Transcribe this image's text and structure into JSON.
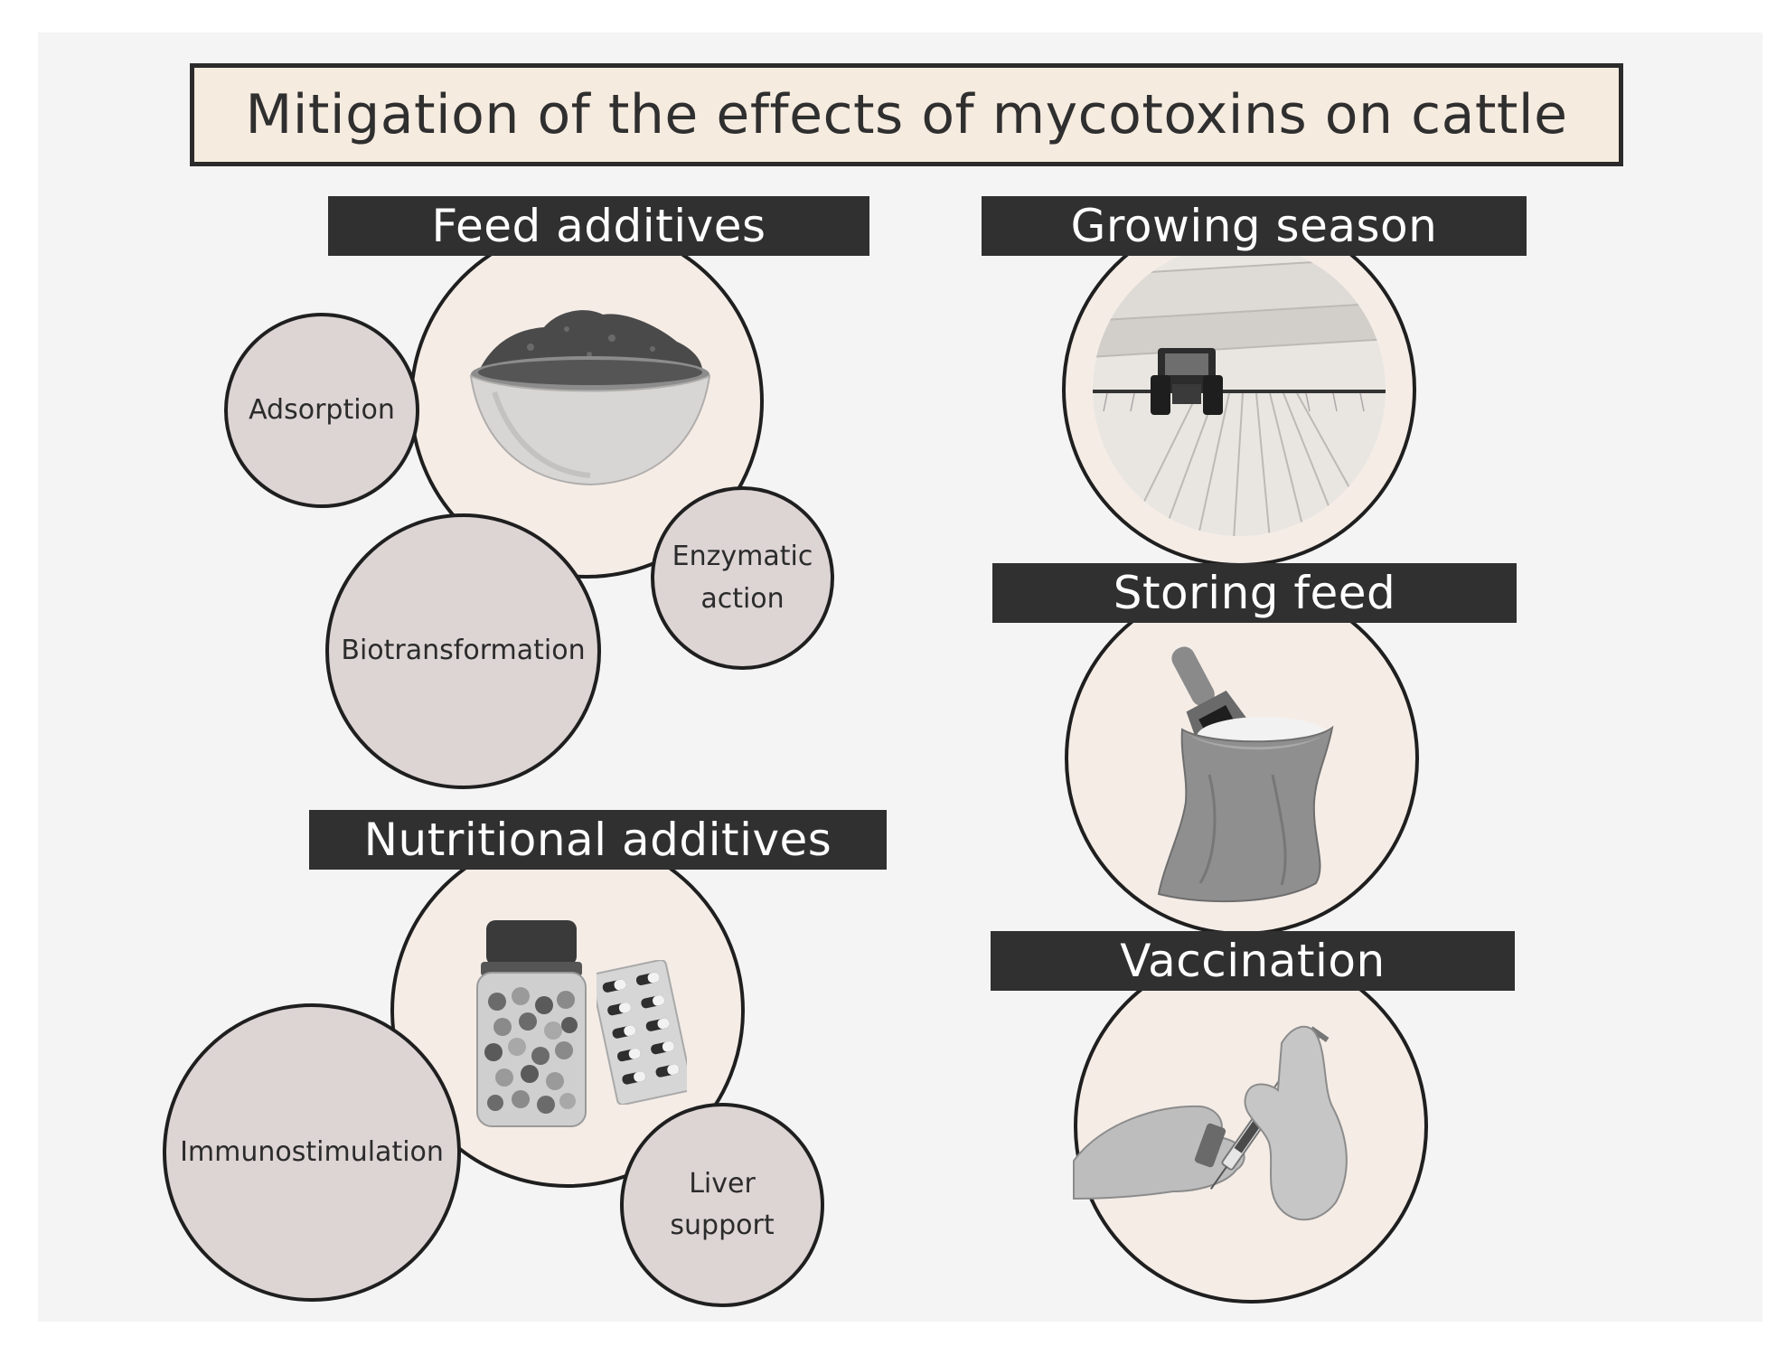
{
  "title": "Mitigation of the effects of mycotoxins on cattle",
  "feed_additives": {
    "header": "Feed additives",
    "adsorption": "Adsorption",
    "biotransformation": "Biotransformation",
    "enzymatic_line1": "Enzymatic",
    "enzymatic_line2": "action"
  },
  "nutritional_additives": {
    "header": "Nutritional additives",
    "immunostimulation": "Immunostimulation",
    "liver_line1": "Liver",
    "liver_line2": "support"
  },
  "growing_season": {
    "header": "Growing season"
  },
  "storing_feed": {
    "header": "Storing feed"
  },
  "vaccination": {
    "header": "Vaccination"
  },
  "colors": {
    "dark": "#303030",
    "title_bg": "#f6ebdf",
    "big_circle_bg": "#f5ece6",
    "small_circle_bg": "#ddd4d4",
    "background": "#f4f4f4"
  },
  "icons": [
    "bowl-icon",
    "tractor-icon",
    "feed-sack-icon",
    "pill-bottle-icon",
    "blister-pack-icon",
    "syringe-icon"
  ]
}
